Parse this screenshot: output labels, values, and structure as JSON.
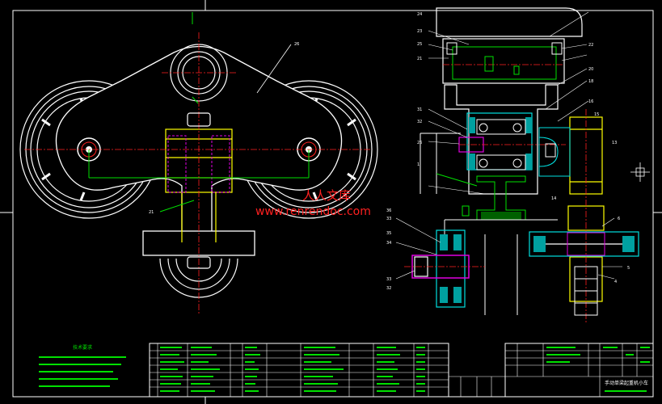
{
  "watermark": {
    "cn": "人人文库",
    "url": "www.renrendoc.com"
  },
  "notes": {
    "heading": "技术要求"
  },
  "title_block": {
    "name": "手动单梁起重机小车"
  },
  "part_labels": {
    "left_view": [
      "26",
      "21"
    ],
    "right_view": [
      "24",
      "23",
      "25",
      "21",
      "22",
      "20",
      "18",
      "16",
      "15",
      "31",
      "32",
      "26",
      "13",
      "14",
      "1",
      "33",
      "34",
      "35",
      "36",
      "33",
      "32",
      "6",
      "5",
      "4"
    ]
  },
  "colors": {
    "outline": "#ffffff",
    "frame": "#ffff00",
    "hidden": "#e000e0",
    "centerline": "#ff2020",
    "gear": "#00e0e0",
    "detail": "#00e000"
  }
}
